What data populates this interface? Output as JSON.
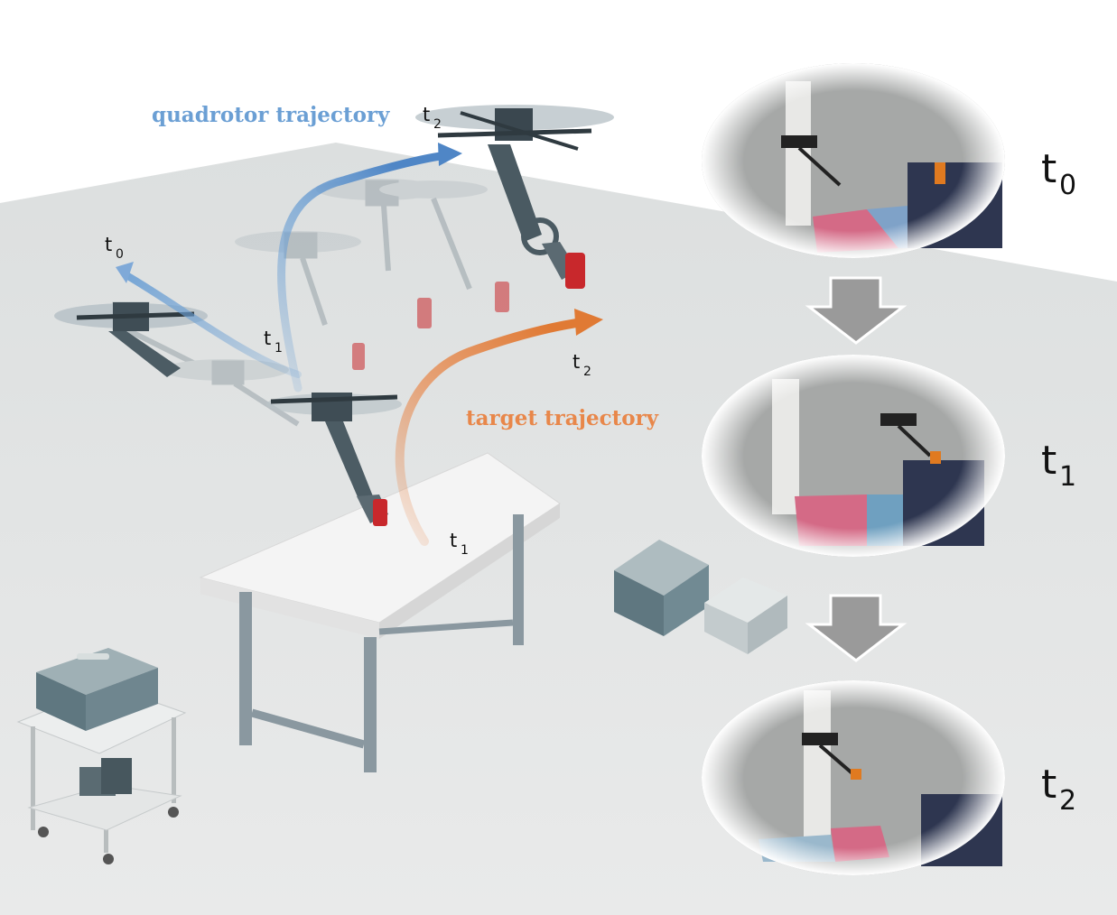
{
  "labels": {
    "quadrotor_trajectory": "quadrotor trajectory",
    "target_trajectory": "target trajectory",
    "t": "t",
    "sub0": "0",
    "sub1": "1",
    "sub2": "2"
  },
  "colors": {
    "quadrotor": "#6b9fd4",
    "target": "#e8874a",
    "floor": "#e3e5e5",
    "arrow": "#9a9a9a",
    "can": "#c8282c"
  },
  "snapshots": [
    "t0",
    "t1",
    "t2"
  ]
}
